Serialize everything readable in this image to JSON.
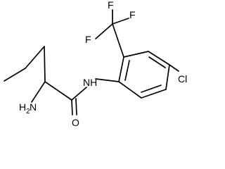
{
  "structure": {
    "atoms": {
      "F1": "F",
      "F2": "F",
      "F3": "F",
      "NH": "NH",
      "Cl": "Cl",
      "H2N_H": "H",
      "H2N_sub": "2",
      "H2N_N": "N",
      "O": "O"
    }
  }
}
